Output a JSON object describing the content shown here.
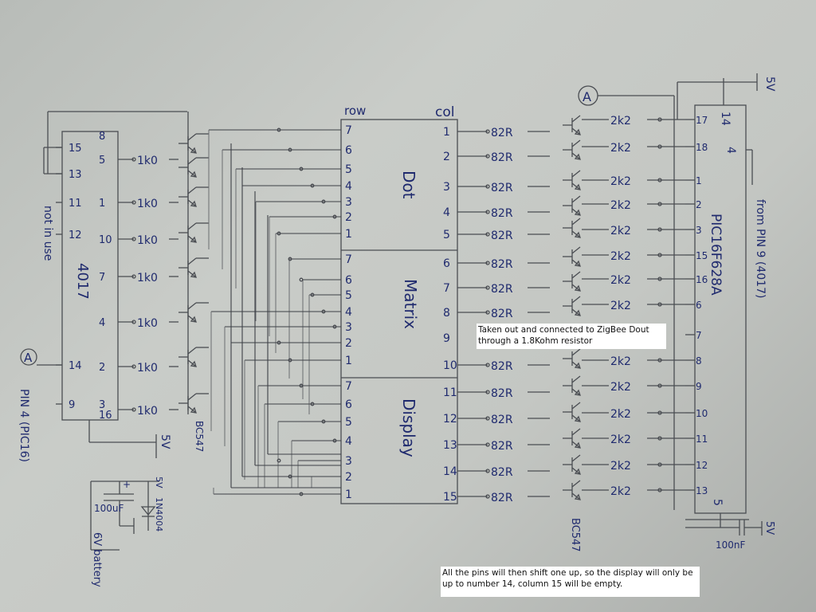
{
  "matrix": {
    "header_row": "row",
    "header_col": "col",
    "label_dot": "Dot",
    "label_matrix": "Matrix",
    "label_display": "Display",
    "rows_block": [
      "7",
      "6",
      "5",
      "4",
      "3",
      "2",
      "1"
    ],
    "cols": [
      "1",
      "2",
      "3",
      "4",
      "5",
      "6",
      "7",
      "8",
      "9",
      "10",
      "11",
      "12",
      "13",
      "14",
      "15"
    ]
  },
  "counter_ic": {
    "name": "4017",
    "left_pins": [
      "15",
      "13",
      "11",
      "12",
      "14",
      "9"
    ],
    "right_pins": [
      "8",
      "5",
      "1",
      "10",
      "7",
      "4",
      "2",
      "3",
      "16"
    ],
    "annotation": "not in use",
    "supply": "5V",
    "resistor": "1k0",
    "transistor": "BC547",
    "marker": "A",
    "pin_ref": "PIN 4 (PIC16)"
  },
  "pic_ic": {
    "name": "PIC16F628A",
    "left_pins": [
      "17",
      "18",
      "1",
      "2",
      "3",
      "15",
      "16",
      "6",
      "7",
      "8",
      "9",
      "10",
      "11",
      "12",
      "13"
    ],
    "top_pin": "14",
    "bottom_pin": "5",
    "inner_label": "4",
    "supply": "5V",
    "marker": "A",
    "from_note": "from PIN 9 (4017)",
    "base_resistor": "2k2",
    "col_resistor": "82R",
    "transistor": "BC547",
    "capacitor": "100nF"
  },
  "power": {
    "capacitor": "100uF",
    "diode": "1N4004",
    "supply": "5V",
    "battery": "6V battery",
    "plus": "+"
  },
  "notes": {
    "zigbee": "Taken out and connected to ZigBee Dout through a 1.8Kohm resistor",
    "shift": "All the pins will then shift one up, so the display will only be up to number 14, column 15 will be empty."
  }
}
